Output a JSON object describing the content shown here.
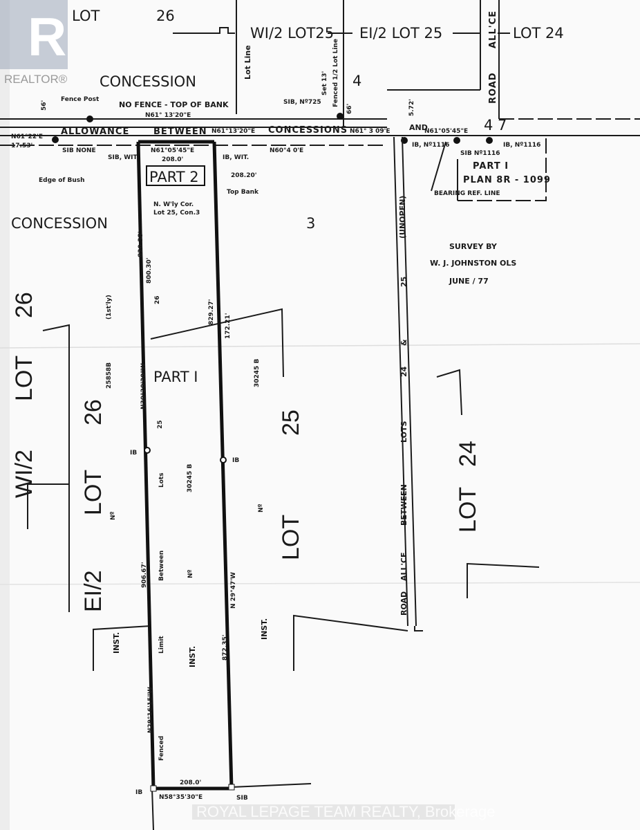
{
  "logo": {
    "text": "REALTOR®",
    "letter": "R",
    "color": "#9aa6b8"
  },
  "top_row": {
    "lot_left": "LOT",
    "lot26": "26",
    "w_half_lot25": "WI/2 LOT25",
    "e_half_lot25": "EI/2 LOT 25",
    "lot24": "LOT 24"
  },
  "concession_4": {
    "label": "CONCESSION",
    "number": "4"
  },
  "lot_line": "Lot Line",
  "fenced_half_lot_line": "Fenced 1/2 Lot Line",
  "road": "ROAD",
  "allce_top": "ALL'CE",
  "road_allowance": {
    "allowance": "ALLOWANCE",
    "between": "BETWEEN",
    "concessions": "CONCESSIONS",
    "and": "AND",
    "num": "4 7"
  },
  "notes": {
    "fence_post": "Fence Post",
    "no_fence": "NO FENCE - TOP OF BANK",
    "bearing_top": "N61° 13'20\"E",
    "bearing_top2": "N61°13'20\"E",
    "bearing_left": "N61°22'E",
    "dist_left": "17.53'",
    "sib_none": "SIB NONE",
    "sib_wit_left": "SIB, WIT",
    "edge_of_bush": "Edge of Bush",
    "bearing_part2": "N61°05'45\"E",
    "dist_part2": "208.0'",
    "ib_wit_right": "IB, WIT.",
    "dist_20820": "208.20'",
    "top_bank": "Top Bank",
    "bearing_n60": "N60°4 0'E",
    "nwly_cor": "N. W'ly Cor.",
    "lot25_con3": "Lot 25, Con.3",
    "sib_725": "SIB, Nº725",
    "set13": "Set 13'",
    "dist_66": "66'",
    "dist_56": "56'",
    "dist_572": "5.72'",
    "bearing_n61_309": "N61° 3 09'E",
    "bearing_n61_0545": "N61°05'45\"E",
    "ib_1116_a": "IB, Nº1116",
    "sib_1116": "SIB Nº1116",
    "ib_1116_b": "IB, Nº1116",
    "bearing_ref_line": "BEARING REF. LINE"
  },
  "plan_box": {
    "part": "PART I",
    "plan": "PLAN 8R - 1099"
  },
  "part2_label": "PART 2",
  "concession_3": {
    "label": "CONCESSION",
    "number": "3"
  },
  "unopen": "(UNOPEN)",
  "survey": {
    "line1": "SURVEY BY",
    "line2": "W. J. JOHNSTON OLS",
    "line3": "JUNE / 77"
  },
  "left_lots": {
    "n26": "26",
    "lot": "LOT",
    "w_half": "WI/2",
    "lot2": "LOT",
    "n26b": "26",
    "e_half": "EI/2"
  },
  "right_lots": {
    "n25": "25",
    "lot": "LOT",
    "n24": "24",
    "lot2": "LOT"
  },
  "part1_label": "PART I",
  "parcel": {
    "dist_82038": "820.38'",
    "dist_80030": "800.30'",
    "n26_small": "26",
    "first_sty": "(1st'ly)",
    "inst_25858": "25858B",
    "bearing_left_side": "N30°20'30\"W",
    "n25_small": "25",
    "dist_82927": "829.27'",
    "dist_17221": "172.21'",
    "inst_30245_right": "30245 B",
    "ib1": "IB",
    "ib2": "IB",
    "lots": "Lots",
    "inst_30245_mid": "30245 B",
    "no1": "Nº",
    "no2": "Nº",
    "no3": "Nº",
    "dist_90667": "906.67'",
    "between": "Between",
    "limit": "Limit",
    "bearing_right_side": "N 29°47'W",
    "dist_87235": "872.35'",
    "inst1": "INST.",
    "inst2": "INST.",
    "inst3": "INST.",
    "bearing_lower_left": "N29°16'15\"W",
    "fenced": "Fenced",
    "ib_bottom": "IB",
    "dist_bottom": "208.0'",
    "bearing_bottom": "N58°35'30\"E",
    "sib_bottom": "SIB"
  },
  "road_allowance_vertical": {
    "road": "ROAD",
    "allce": "ALL'CE",
    "between": "BETWEEN",
    "lots": "LOTS",
    "n24": "24",
    "amp": "&",
    "n25": "25"
  },
  "watermark": "ROYAL LEPAGE TEAM REALTY, Brokerage"
}
